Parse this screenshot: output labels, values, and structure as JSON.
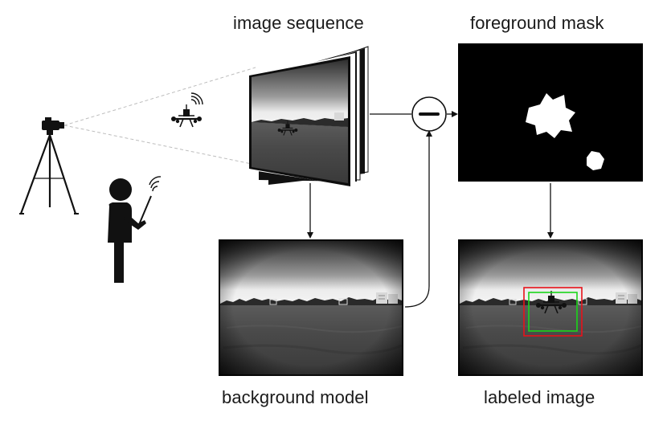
{
  "labels": {
    "image_sequence": "image sequence",
    "foreground_mask": "foreground mask",
    "background_model": "background model",
    "labeled_image": "labeled image"
  },
  "colors": {
    "ink": "#111111",
    "fov_lines": "#bbbbbb",
    "sky_top": "#3a3a3a",
    "sky_horizon": "#e6e6e6",
    "ground": "#4a4a4a",
    "box_outer": "#e8121a",
    "box_inner": "#19d619"
  },
  "icons": {
    "camera": "camera-on-tripod-icon",
    "drone": "drone-icon",
    "operator": "person-with-remote-control-icon",
    "subtract": "subtraction-operator-icon"
  }
}
